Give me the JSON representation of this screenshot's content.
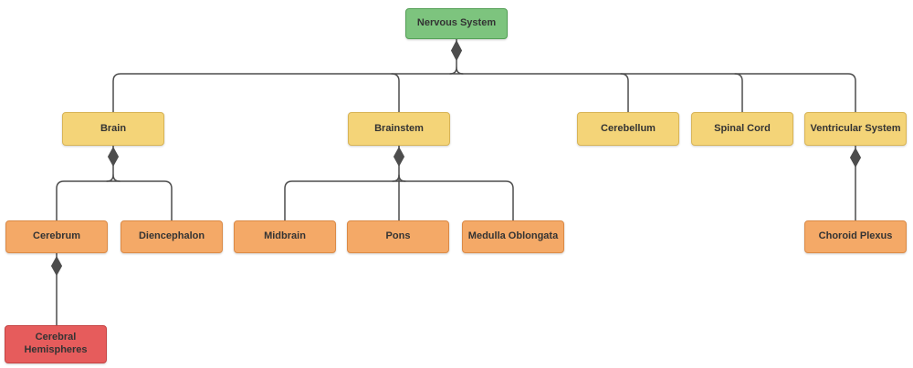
{
  "diagram": {
    "nodes": [
      {
        "label": "Nervous System",
        "level": "root"
      },
      {
        "label": "Brain",
        "level": "branch"
      },
      {
        "label": "Brainstem",
        "level": "branch"
      },
      {
        "label": "Cerebellum",
        "level": "branch"
      },
      {
        "label": "Spinal Cord",
        "level": "branch"
      },
      {
        "label": "Ventricular System",
        "level": "branch"
      },
      {
        "label": "Cerebrum",
        "level": "sub"
      },
      {
        "label": "Diencephalon",
        "level": "sub"
      },
      {
        "label": "Midbrain",
        "level": "sub"
      },
      {
        "label": "Pons",
        "level": "sub"
      },
      {
        "label": "Medulla Oblongata",
        "level": "sub"
      },
      {
        "label": "Choroid Plexus",
        "level": "sub"
      },
      {
        "label": "Cerebral Hemispheres",
        "level": "leaf"
      }
    ],
    "hierarchy": {
      "Nervous System": [
        "Brain",
        "Brainstem",
        "Cerebellum",
        "Spinal Cord",
        "Ventricular System"
      ],
      "Brain": [
        "Cerebrum",
        "Diencephalon"
      ],
      "Brainstem": [
        "Midbrain",
        "Pons",
        "Medulla Oblongata"
      ],
      "Ventricular System": [
        "Choroid Plexus"
      ],
      "Cerebrum": [
        "Cerebral Hemispheres"
      ]
    }
  },
  "colors": {
    "root_fill": "#7DC47E",
    "root_border": "#55A057",
    "branch_fill": "#F4D478",
    "branch_border": "#D8B456",
    "sub_fill": "#F4A967",
    "sub_border": "#DB8A46",
    "leaf_fill": "#E65C5C",
    "leaf_border": "#C64444",
    "connector": "#4D4D4D",
    "text": "#333333",
    "background": "#FFFFFF"
  }
}
